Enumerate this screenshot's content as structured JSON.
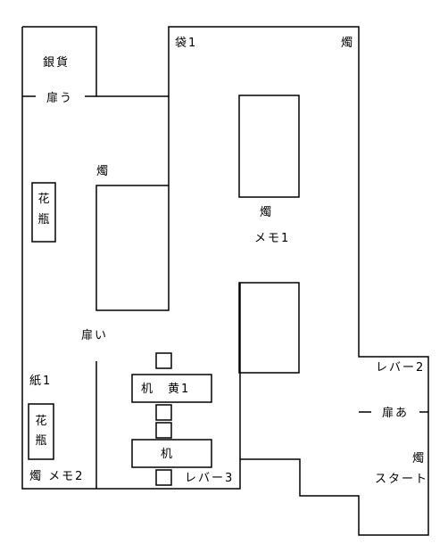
{
  "labels": {
    "silver_coin": "銀貨",
    "door_u": "扉う",
    "bag1": "袋1",
    "candle_top_right": "燭",
    "candle_left_room": "燭",
    "candle_center": "燭",
    "memo1": "メモ1",
    "door_i": "扉い",
    "paper1": "紙1",
    "desk_yellow": "机　黄1",
    "desk": "机",
    "lever2": "レバー2",
    "door_a": "扉あ",
    "candle_right": "燭",
    "start": "スタート",
    "candle_memo2": "燭 メモ2",
    "lever3": "レバー3",
    "vase_top": "花",
    "vase_bottom": "瓶",
    "vase2_top": "花",
    "vase2_bottom": "瓶"
  }
}
